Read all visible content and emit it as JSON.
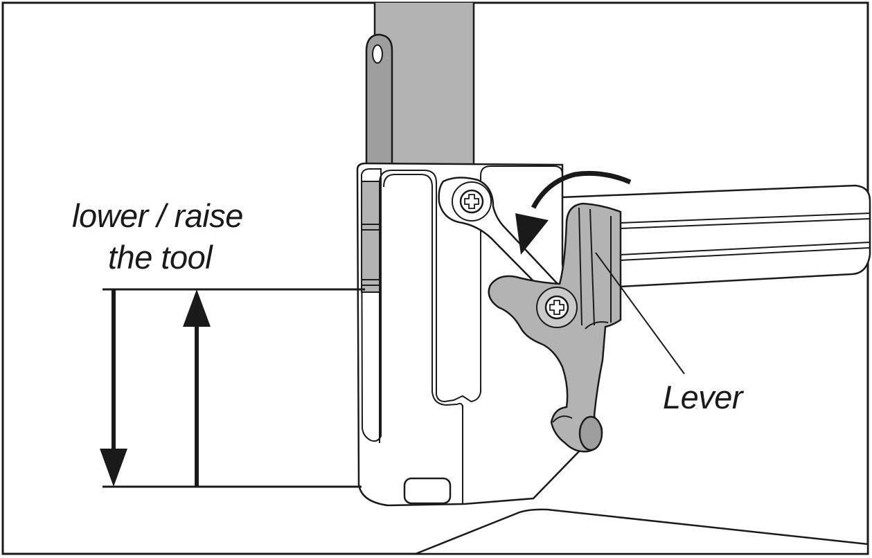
{
  "labels": {
    "adjust_line1": "lower / raise",
    "adjust_line2": "the tool",
    "lever": "Lever"
  },
  "colors": {
    "outline": "#1a1a1a",
    "part_gray": "#b3b3b3",
    "part_gray_light": "#c9c9c9",
    "part_gray_dark": "#9e9e9e",
    "background": "#ffffff"
  },
  "icons": {
    "screw": "phillips-screw-icon",
    "arrow": "curved-arrow-icon"
  }
}
